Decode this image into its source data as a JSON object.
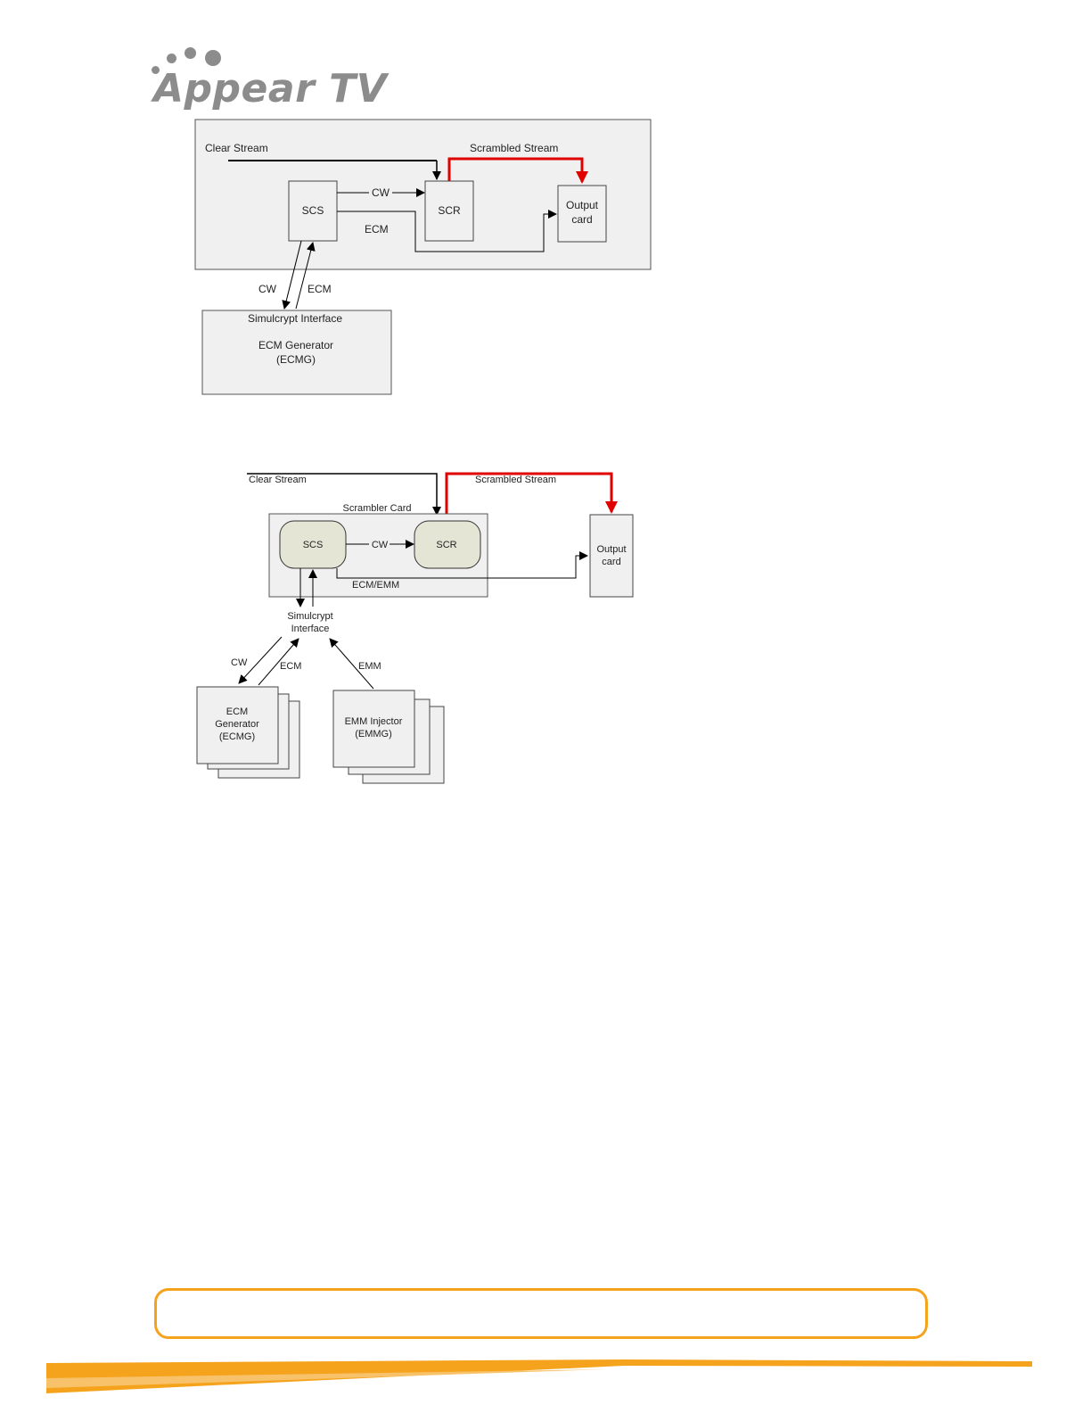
{
  "header": {
    "logo_text": "Appear TV"
  },
  "diagram1": {
    "clear_stream": "Clear Stream",
    "scrambled_stream": "Scrambled Stream",
    "scs": "SCS",
    "scr": "SCR",
    "cw": "CW",
    "ecm": "ECM",
    "output_card_line1": "Output",
    "output_card_line2": "card",
    "cw_lower": "CW",
    "ecm_lower": "ECM",
    "simulcrypt_interface": "Simulcrypt Interface",
    "ecm_generator": "ECM Generator",
    "ecmg": "(ECMG)"
  },
  "diagram2": {
    "clear_stream": "Clear Stream",
    "scrambled_stream": "Scrambled Stream",
    "scrambler_card": "Scrambler Card",
    "scs": "SCS",
    "scr": "SCR",
    "cw": "CW",
    "ecm_emm": "ECM/EMM",
    "output_card_line1": "Output",
    "output_card_line2": "card",
    "simulcrypt_line1": "Simulcrypt",
    "simulcrypt_line2": "Interface",
    "cw_lower": "CW",
    "ecm_lower": "ECM",
    "emm": "EMM",
    "ecm_gen_line1": "ECM",
    "ecm_gen_line2": "Generator",
    "ecm_gen_line3": "(ECMG)",
    "emm_inj_line1": "EMM Injector",
    "emm_inj_line2": "(EMMG)"
  },
  "colors": {
    "accent_orange": "#f5a31d",
    "scrambled_red": "#e00000",
    "box_fill": "#f0f0f0",
    "rounded_fill": "#e5e5d6"
  }
}
